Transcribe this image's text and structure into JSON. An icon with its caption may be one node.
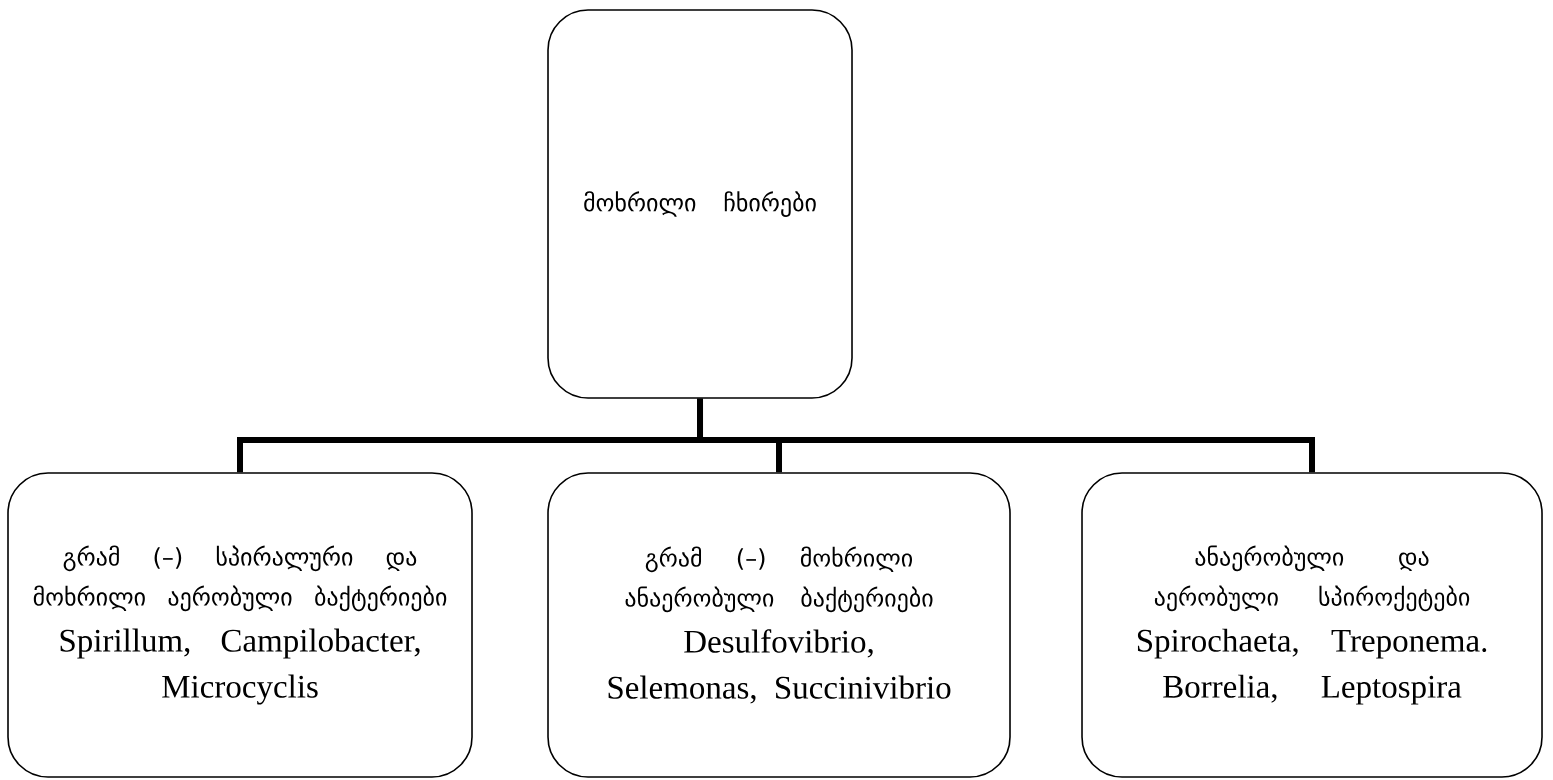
{
  "diagram": {
    "nodes": [
      {
        "text": [
          "მოხრილი ჩხირები"
        ]
      },
      {
        "text": [
          "გრამ (–) სპირალური და მოხრილი აერობული ბაქტერიები",
          "Spirillum, Campilobacter, Microcyclis"
        ]
      },
      {
        "text": [
          "გრამ (–) მოხრილი ანაერობული ბაქტერიები",
          "Desulfovibrio, Selemonas, Succinivibrio"
        ]
      },
      {
        "text": [
          "ანაერობული და აერობული სპიროქეტები",
          "Spirochaeta, Treponema. Borrelia, Leptospira"
        ]
      }
    ],
    "edges": [
      {
        "from": 0,
        "to": 1,
        "arrow": "none"
      },
      {
        "from": 0,
        "to": 2,
        "arrow": "none"
      },
      {
        "from": 0,
        "to": 3,
        "arrow": "none"
      }
    ]
  }
}
